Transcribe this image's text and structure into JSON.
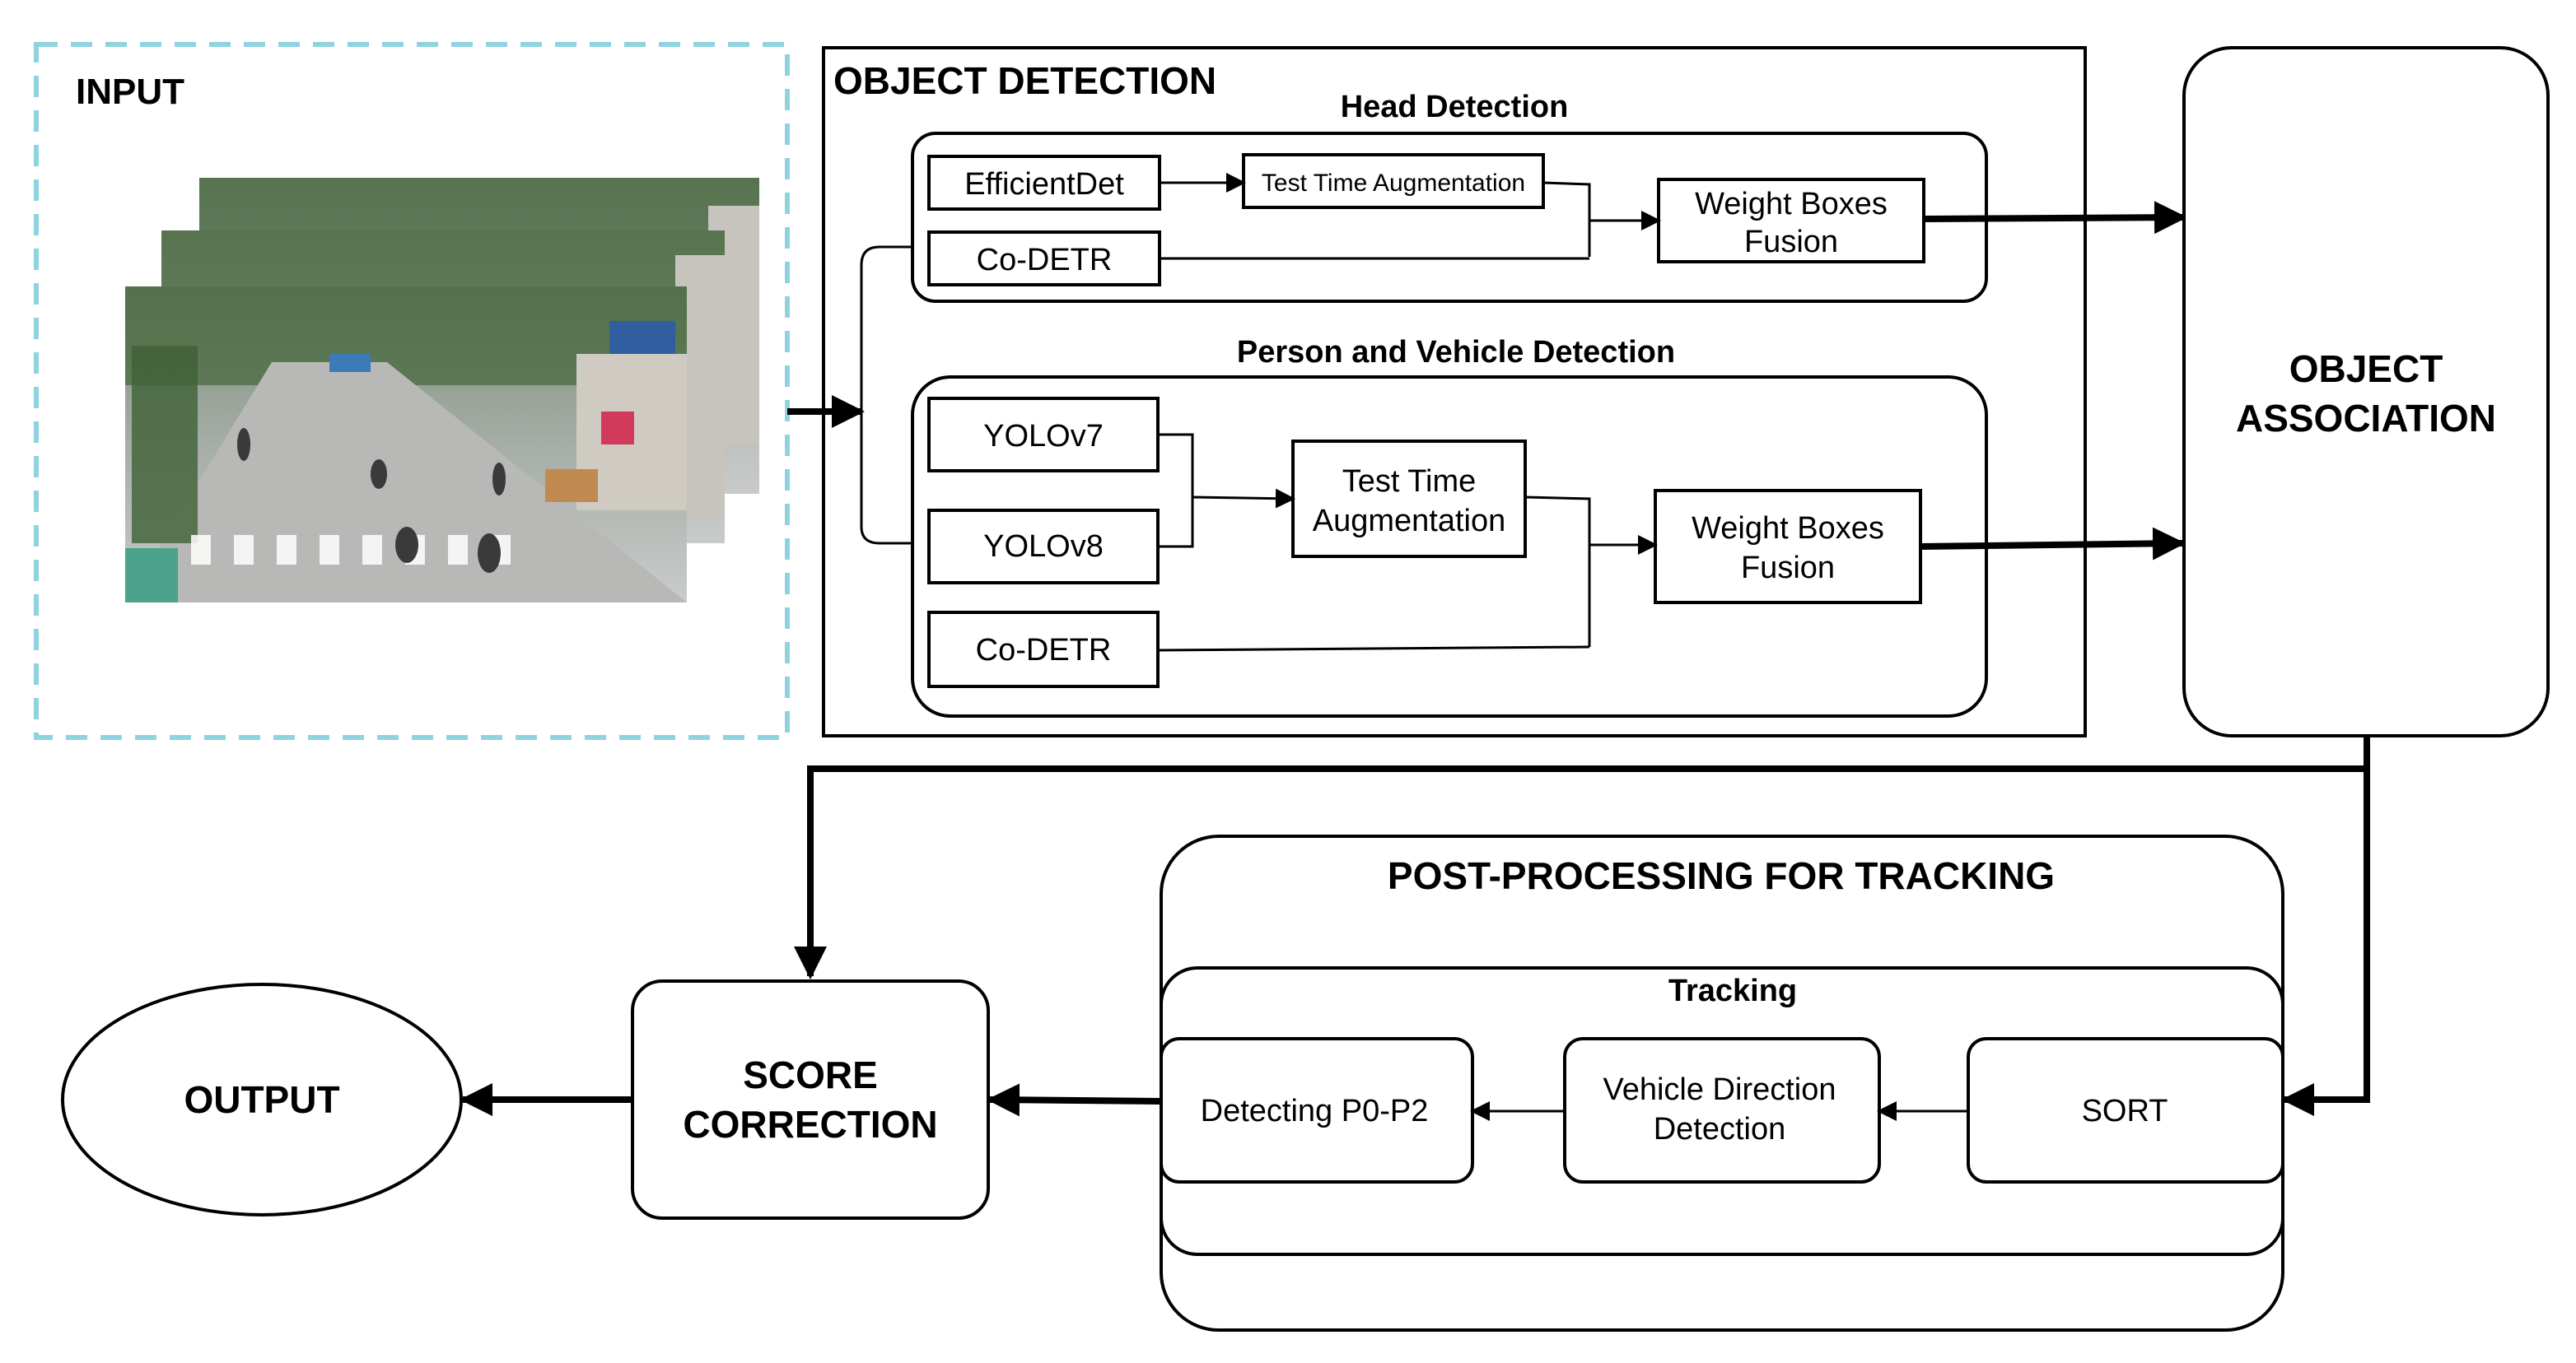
{
  "input": {
    "title": "INPUT",
    "border_color": "#8fd3e0"
  },
  "object_detection": {
    "title": "OBJECT DETECTION",
    "head": {
      "title": "Head Detection",
      "efficientdet": "EfficientDet",
      "tta": "Test Time Augmentation",
      "codetr": "Co-DETR",
      "wbf": [
        "Weight Boxes",
        "Fusion"
      ]
    },
    "person_vehicle": {
      "title": "Person and Vehicle Detection",
      "yolov7": "YOLOv7",
      "yolov8": "YOLOv8",
      "codetr": "Co-DETR",
      "tta": [
        "Test Time",
        "Augmentation"
      ],
      "wbf": [
        "Weight Boxes",
        "Fusion"
      ]
    }
  },
  "association": [
    "OBJECT",
    "ASSOCIATION"
  ],
  "post_processing": {
    "title": "POST-PROCESSING FOR TRACKING",
    "tracking": {
      "title": "Tracking",
      "detecting": "Detecting P0-P2",
      "direction": [
        "Vehicle Direction",
        "Detection"
      ],
      "sort": "SORT"
    }
  },
  "score_correction": [
    "SCORE",
    "CORRECTION"
  ],
  "output": "OUTPUT"
}
